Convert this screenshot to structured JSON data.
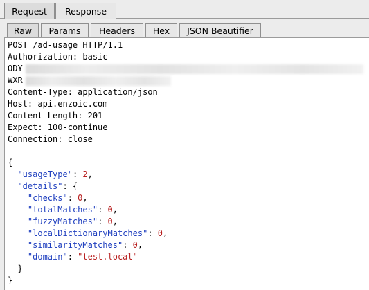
{
  "top_tabs": [
    "Request",
    "Response"
  ],
  "sub_tabs": [
    "Raw",
    "Params",
    "Headers",
    "Hex",
    "JSON Beautifier"
  ],
  "request_line": "POST /ad-usage HTTP/1.1",
  "headers": {
    "authorization": "Authorization: basic",
    "redacted_1_prefix": "ODY",
    "redacted_2_prefix": "WXR",
    "content_type": "Content-Type: application/json",
    "host": "Host: api.enzoic.com",
    "content_length": "Content-Length: 201",
    "expect": "Expect: 100-continue",
    "connection": "Connection: close"
  },
  "body": {
    "open_brace": "{",
    "usage_type_key": "\"usageType\"",
    "usage_type_value": "2",
    "details_key": "\"details\"",
    "fields": [
      {
        "key": "\"checks\"",
        "value": "0"
      },
      {
        "key": "\"totalMatches\"",
        "value": "0"
      },
      {
        "key": "\"fuzzyMatches\"",
        "value": "0"
      },
      {
        "key": "\"localDictionaryMatches\"",
        "value": "0"
      },
      {
        "key": "\"similarityMatches\"",
        "value": "0"
      },
      {
        "key": "\"domain\"",
        "value": "\"test.local\""
      }
    ],
    "inner_close": "}",
    "close_brace": "}"
  },
  "colors": {
    "json_key": "#1f3fbf",
    "json_value": "#b81f1f"
  }
}
